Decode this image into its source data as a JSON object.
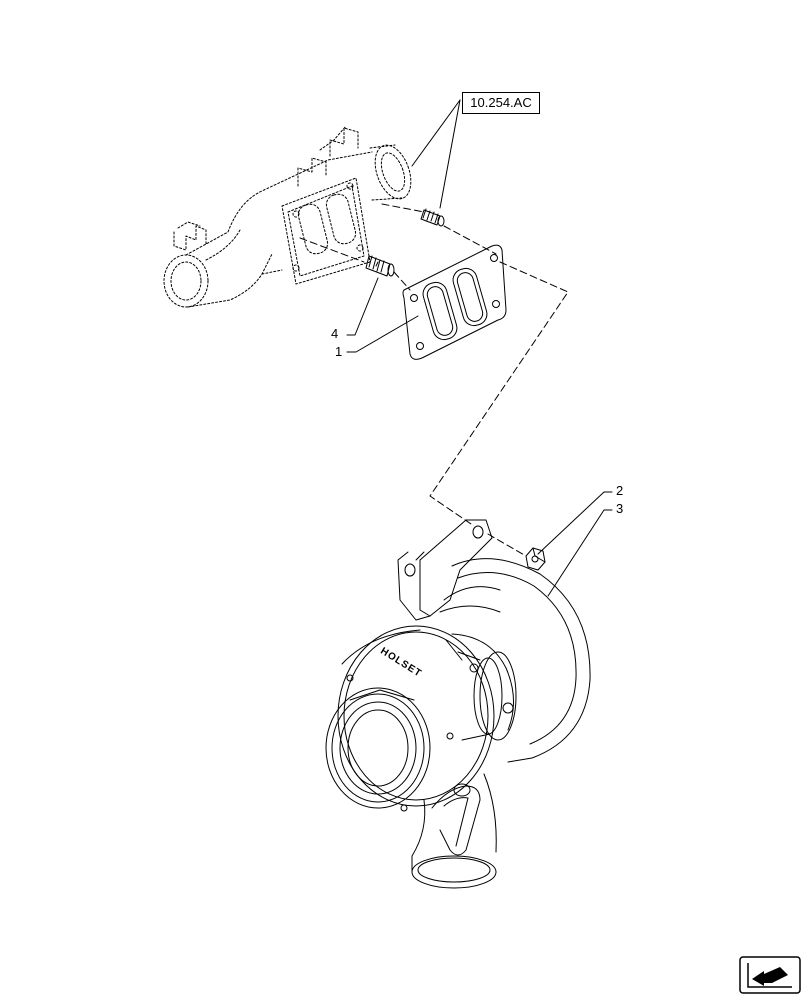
{
  "reference": {
    "label": "10.254.AC"
  },
  "callouts": [
    {
      "id": "1",
      "label": "1"
    },
    {
      "id": "2",
      "label": "2"
    },
    {
      "id": "3",
      "label": "3"
    },
    {
      "id": "4",
      "label": "4"
    }
  ],
  "turbo_brand": "HOLSET",
  "navigation": {
    "icon": "next-page-arrow-icon"
  },
  "colors": {
    "line": "#000000",
    "background": "#ffffff"
  }
}
